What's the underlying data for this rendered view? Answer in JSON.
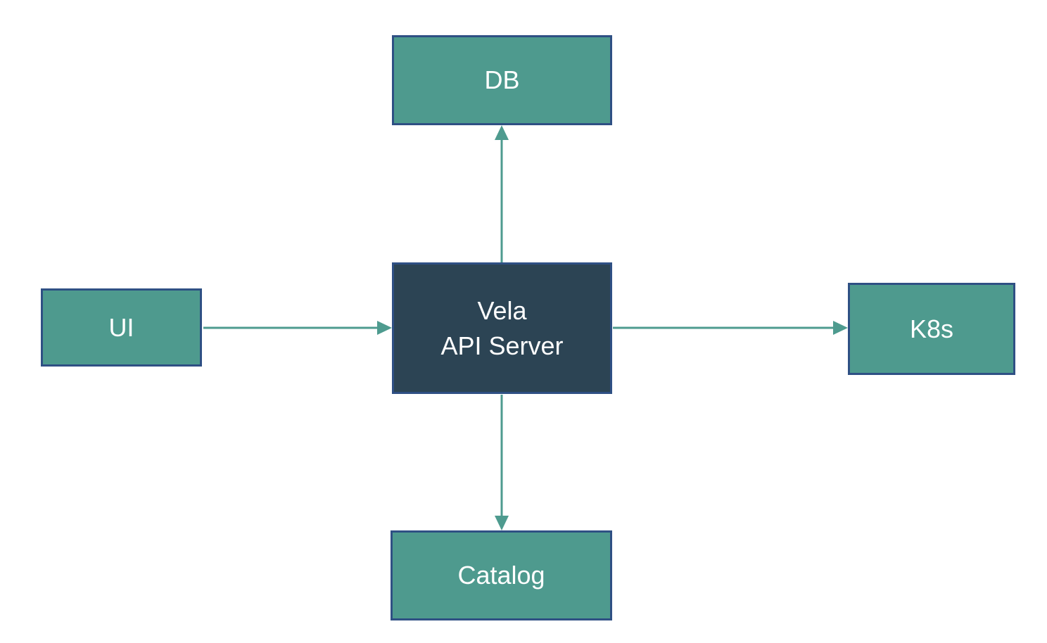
{
  "diagram": {
    "type": "architecture-diagram",
    "nodes": {
      "db": {
        "id": "db",
        "label": "DB"
      },
      "ui": {
        "id": "ui",
        "label": "UI"
      },
      "api": {
        "id": "api",
        "label_line1": "Vela",
        "label_line2": "API Server"
      },
      "k8s": {
        "id": "k8s",
        "label": "K8s"
      },
      "catalog": {
        "id": "catalog",
        "label": "Catalog"
      }
    },
    "edges": [
      {
        "from": "api",
        "to": "db",
        "direction": "up"
      },
      {
        "from": "ui",
        "to": "api",
        "direction": "right"
      },
      {
        "from": "api",
        "to": "k8s",
        "direction": "right"
      },
      {
        "from": "api",
        "to": "catalog",
        "direction": "down"
      }
    ],
    "colors": {
      "node_fill": "#4E9A8E",
      "node_border": "#2F5084",
      "center_fill": "#2C4454",
      "arrow": "#4E9B8F",
      "text": "#FFFFFF",
      "background": "#FFFFFF"
    }
  }
}
